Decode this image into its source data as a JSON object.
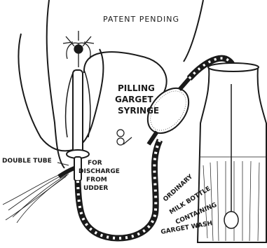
{
  "labels": {
    "patent": "PATENT PENDING",
    "syringe_line1": "PILLING",
    "syringe_line2": "GARGET",
    "syringe_line3": "SYRINGE",
    "double_tube": "DOUBLE TUBE",
    "discharge_line1": "FOR",
    "discharge_line2": "DISCHARGE",
    "discharge_line3": "FROM",
    "discharge_line4": "UDDER",
    "bottle_line1": "ORDINARY",
    "bottle_line2": "MILK BOTTLE",
    "bottle_line3": "CONTAINING",
    "bottle_line4": "GARGET WASH"
  },
  "colors": {
    "ink": "#1a1a1a",
    "paper": "#ffffff"
  }
}
